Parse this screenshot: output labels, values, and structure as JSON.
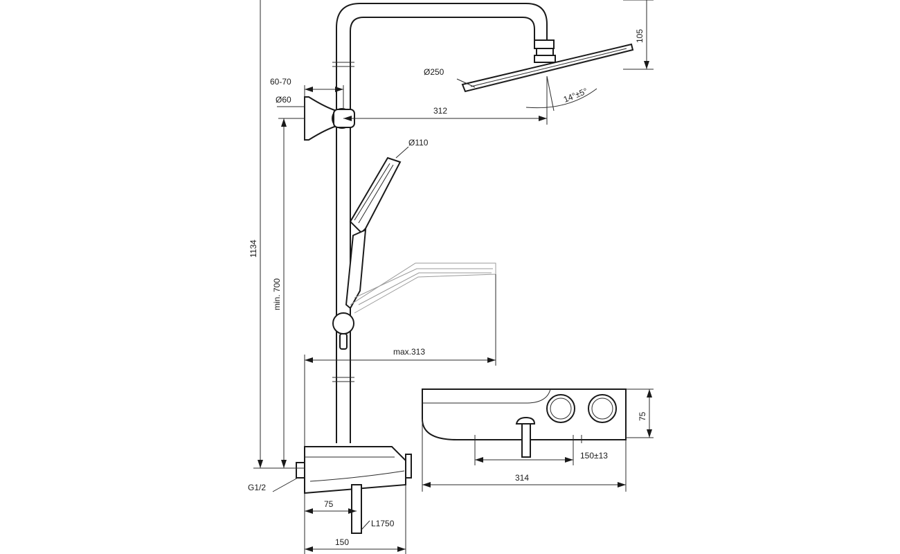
{
  "dimensions": {
    "overall_height": "1134",
    "min_height": "min. 700",
    "bracket_offset": "60-70",
    "bracket_diameter": "Ø60",
    "head_diameter": "Ø250",
    "head_tilt": "14°±5°",
    "arm_length": "312",
    "head_drop": "105",
    "handshower_diameter": "Ø110",
    "handshower_reach": "max.313",
    "inlet_thread": "G1/2",
    "mixer_offset": "75",
    "mixer_depth": "150",
    "hose_length": "L1750",
    "mixer_height": "75",
    "inlet_centres": "150±13",
    "mixer_width": "314"
  },
  "colors": {
    "line": "#1a1a1a",
    "thin_line": "#9a9a9a",
    "background": "#ffffff"
  }
}
